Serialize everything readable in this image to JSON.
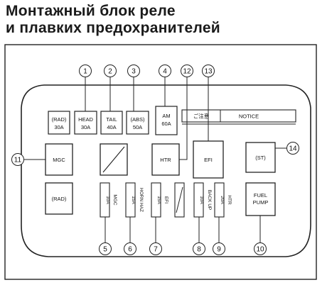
{
  "title": {
    "line1": "Монтажный блок реле",
    "line2": "и плавких предохранителей"
  },
  "callouts": [
    "1",
    "2",
    "3",
    "4",
    "12",
    "13",
    "11",
    "14",
    "5",
    "6",
    "7",
    "8",
    "9",
    "10"
  ],
  "fuses_top": [
    {
      "name": "(RAD)",
      "rating": "30A"
    },
    {
      "name": "HEAD",
      "rating": "30A"
    },
    {
      "name": "TAIL",
      "rating": "40A"
    },
    {
      "name": "(ABS)",
      "rating": "50A"
    },
    {
      "name": "AM",
      "rating": "60A"
    }
  ],
  "notice": {
    "left": "ご注意",
    "right": "NOTICE"
  },
  "relays": {
    "mgc": "MGC",
    "htr": "HTR",
    "efi": "EFI",
    "st": "(ST)",
    "rad": "(RAD)",
    "fuel_pump_1": "FUEL",
    "fuel_pump_2": "PUMP"
  },
  "mini_fuses": [
    {
      "rating": "10A",
      "name": "MGC"
    },
    {
      "rating": "15A",
      "name": "HORN HAZ"
    },
    {
      "rating": "15A",
      "name": "EFI"
    },
    {
      "rating": "10A",
      "name": "BACK UP"
    },
    {
      "rating": "20A",
      "name": "HTR"
    }
  ]
}
